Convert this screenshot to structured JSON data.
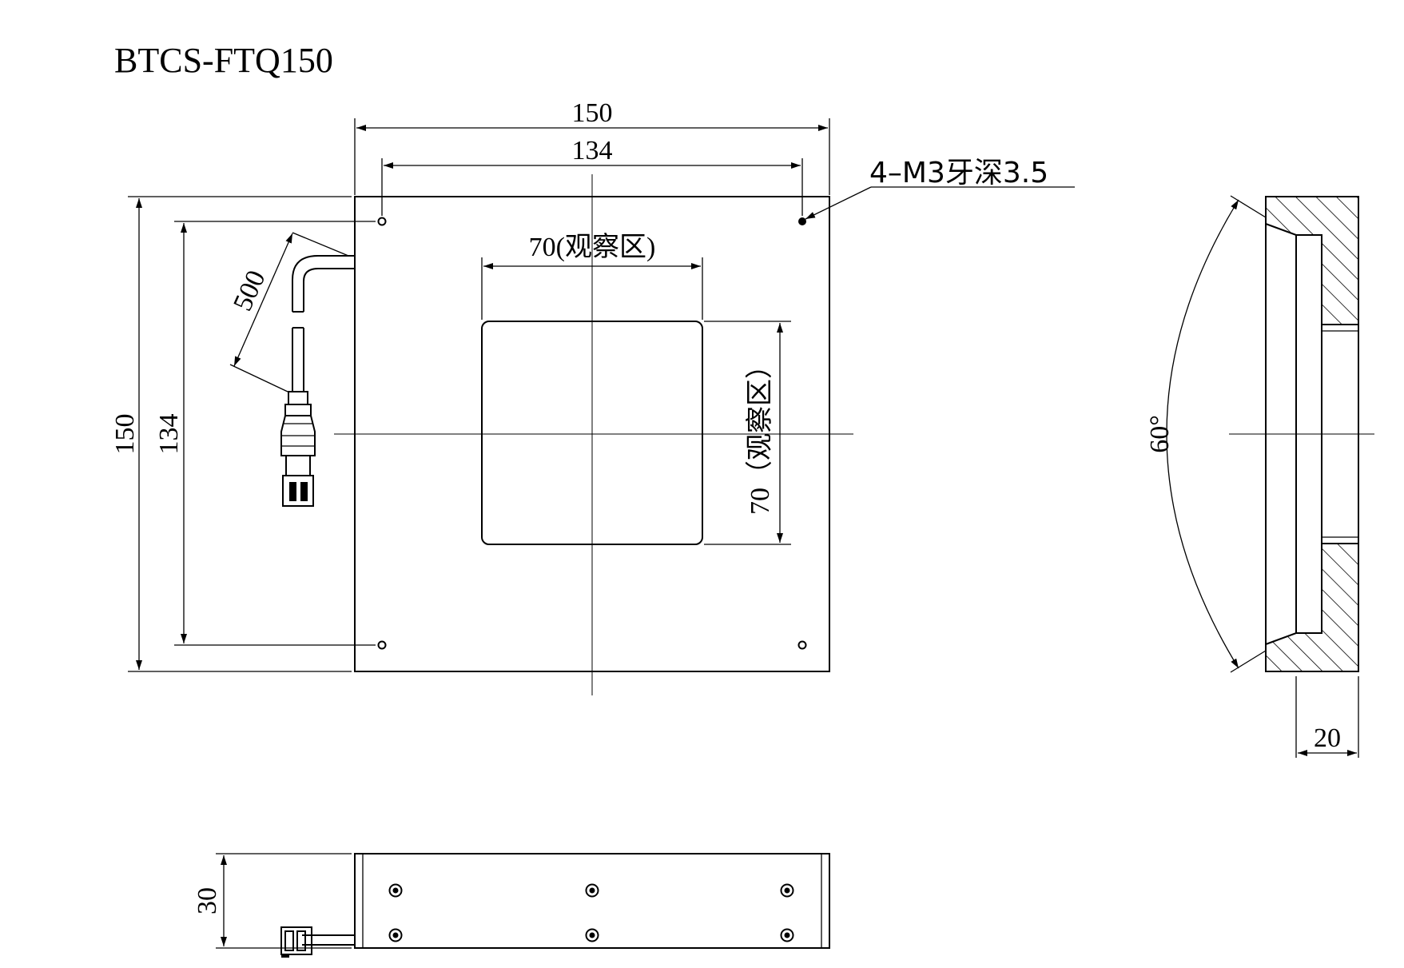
{
  "title": "BTCS-FTQ150",
  "dimensions": {
    "top_width_outer": "150",
    "top_width_holes": "134",
    "left_height_outer": "150",
    "left_height_holes": "134",
    "cable_length": "500",
    "view_area_width": "70(观察区)",
    "view_area_height": "70（观察区）",
    "side_angle": "60°",
    "side_depth": "20",
    "bottom_height": "30"
  },
  "callouts": {
    "mounting_holes": "4–M3牙深3.5"
  },
  "colors": {
    "line": "#000000",
    "background": "#ffffff"
  }
}
